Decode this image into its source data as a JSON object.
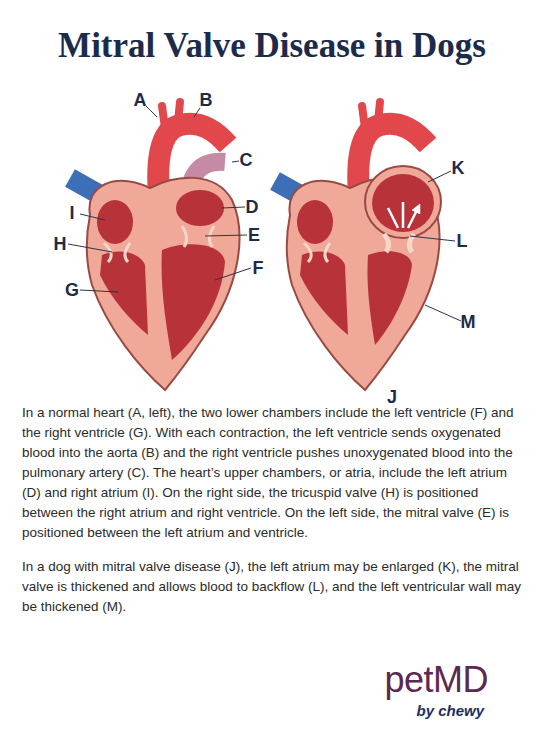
{
  "diagram": {
    "title": "Mitral Valve Disease in Dogs",
    "labels": [
      "A",
      "B",
      "C",
      "D",
      "E",
      "F",
      "G",
      "H",
      "I",
      "J",
      "K",
      "L",
      "M",
      "In a normal heart (A, left), the two lower chambers include the left ventricle (F) and the right ventricle (G). With each contraction, the left ventricle sends oxygenated blood into the aorta (B) and the right ventricle pushes unoxygenated blood into the pulmonary artery (C). The heart’s upper chambers, or atria, include the left atrium (D) and right atrium (I). On the right side, the tricuspid valve (H) is positioned between the right atrium and right ventricle. On the left side, the mitral valve (E) is positioned between the left atrium and ventricle.",
      "In a dog with mitral valve disease (J), the left atrium may be enlarged (K), the mitral valve is thickened and allows blood to backflow (L), and the left ventricular wall may be thickened (M).",
      "petMD",
      "by chewy"
    ]
  }
}
